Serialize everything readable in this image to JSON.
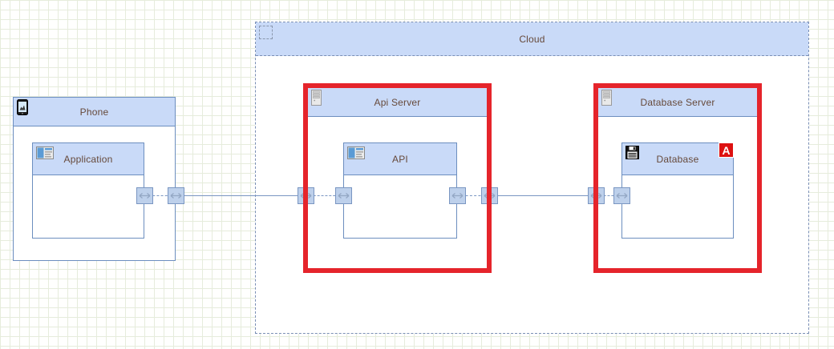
{
  "cloud": {
    "label": "Cloud"
  },
  "nodes": {
    "phone": {
      "label": "Phone",
      "icon": "smartphone-icon"
    },
    "application": {
      "label": "Application",
      "icon": "app-window-icon"
    },
    "api_server": {
      "label": "Api Server",
      "icon": "server-icon"
    },
    "api": {
      "label": "API",
      "icon": "app-window-icon"
    },
    "database_server": {
      "label": "Database Server",
      "icon": "server-icon"
    },
    "database": {
      "label": "Database",
      "icon": "floppy-disk-icon",
      "badge": "A"
    }
  },
  "colors": {
    "highlight_red": "#e5242b",
    "header_fill": "#c9daf8",
    "node_border": "#6c8ebf",
    "label_text": "#66493a",
    "edge": "#7a96c2",
    "grid_line": "#e6ecdc"
  }
}
